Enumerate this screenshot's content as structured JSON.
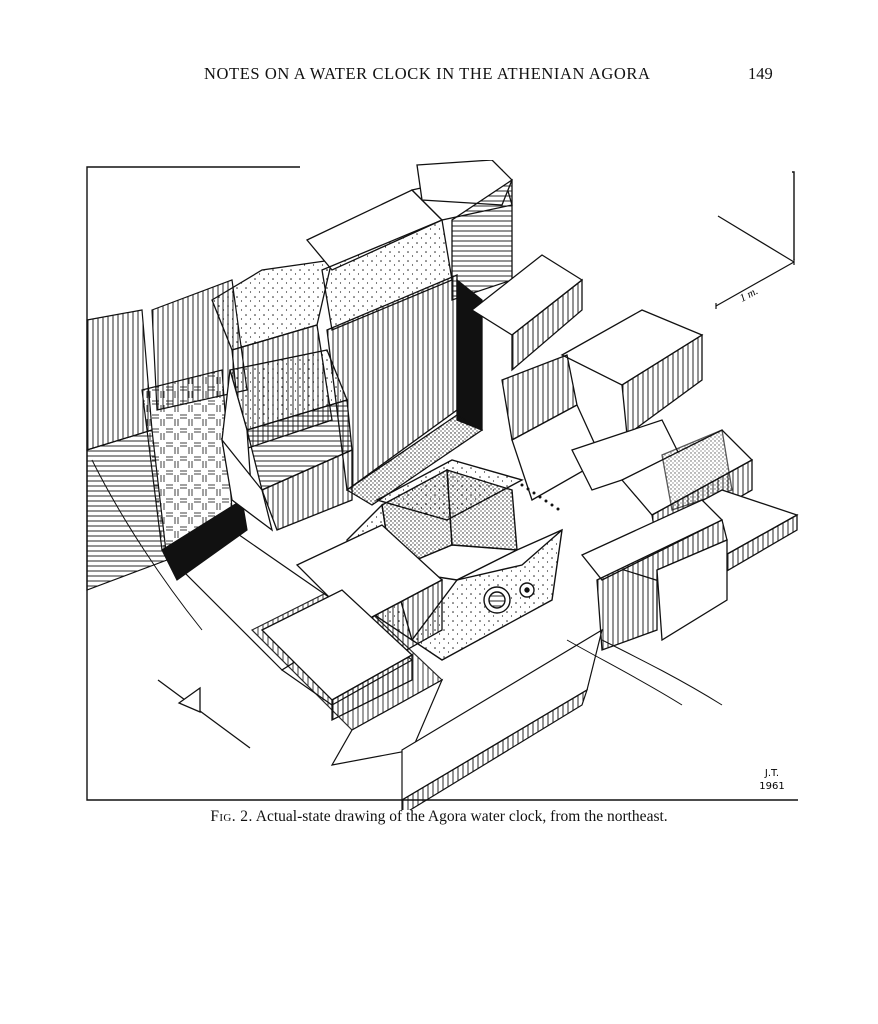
{
  "header": {
    "running_title": "NOTES ON A WATER CLOCK IN THE ATHENIAN AGORA",
    "page_number": "149"
  },
  "figure": {
    "scale_label": "1 m.",
    "artist_initials": "J.T.",
    "artist_year": "1961"
  },
  "caption": {
    "label": "Fig. 2.",
    "text": "Actual-state drawing of the Agora water clock, from the northeast."
  },
  "colors": {
    "ink": "#111111",
    "paper": "#ffffff"
  }
}
